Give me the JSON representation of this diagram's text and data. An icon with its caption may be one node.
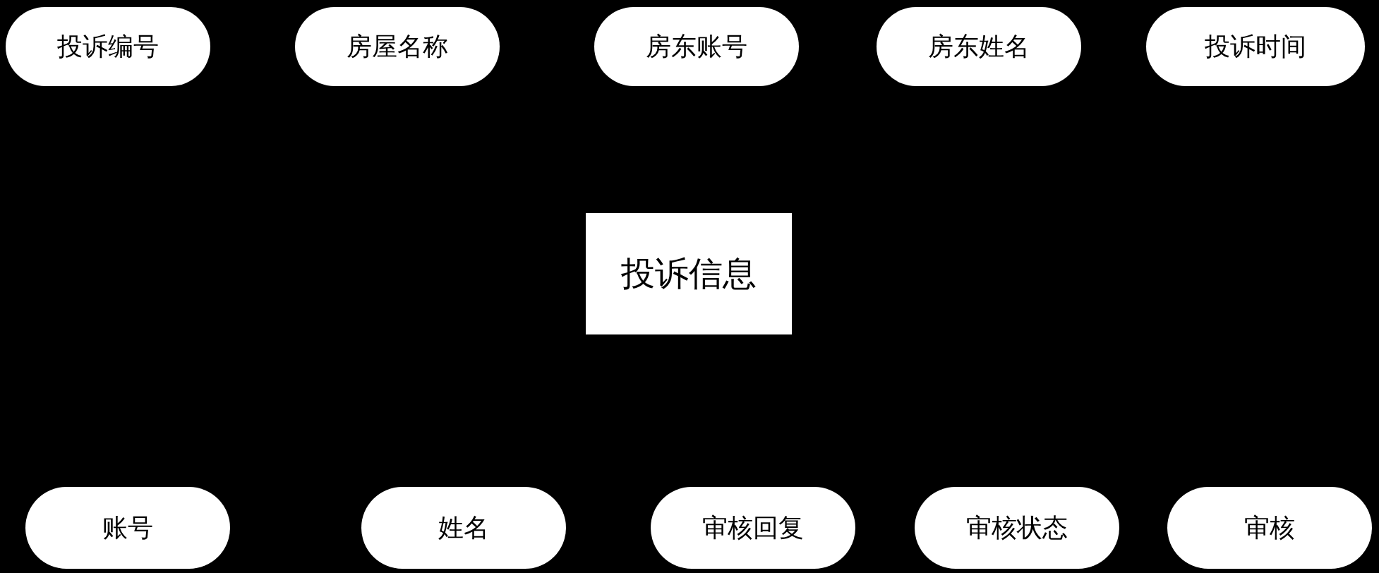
{
  "diagram": {
    "nodes": [
      {
        "text": [
          "投诉编号"
        ]
      },
      {
        "text": [
          "房屋名称"
        ]
      },
      {
        "text": [
          "房东账号"
        ]
      },
      {
        "text": [
          "房东姓名"
        ]
      },
      {
        "text": [
          "投诉时间"
        ]
      },
      {
        "text": [
          "投诉信息"
        ]
      },
      {
        "text": [
          "账号"
        ]
      },
      {
        "text": [
          "姓名"
        ]
      },
      {
        "text": [
          "审核回复"
        ]
      },
      {
        "text": [
          "审核状态"
        ]
      },
      {
        "text": [
          "审核"
        ]
      }
    ]
  }
}
